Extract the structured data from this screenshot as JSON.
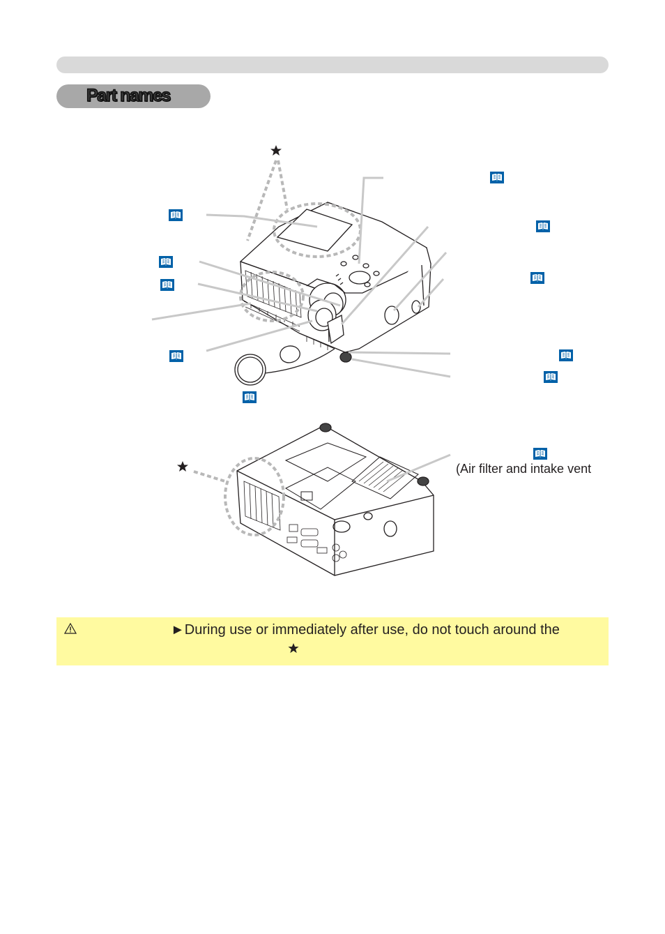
{
  "header": {
    "section_title": "Part names"
  },
  "figure": {
    "callouts_top": [
      {
        "id": "lamp-cover",
        "has_book_icon": true
      },
      {
        "id": "zoom-ring",
        "has_book_icon": true
      },
      {
        "id": "focus-ring",
        "has_book_icon": true
      },
      {
        "id": "exhaust-vent",
        "has_book_icon": false
      },
      {
        "id": "lens",
        "has_book_icon": true
      },
      {
        "id": "lens-cover",
        "has_book_icon": true
      },
      {
        "id": "control-panel",
        "has_book_icon": true
      },
      {
        "id": "remote-sensor",
        "has_book_icon": true
      },
      {
        "id": "speaker",
        "has_book_icon": true
      },
      {
        "id": "elevator-button",
        "has_book_icon": true
      },
      {
        "id": "elevator-feet",
        "has_book_icon": true
      }
    ],
    "callout_bottom": {
      "id": "filter-cover",
      "has_book_icon": true,
      "note": "(Air filter and intake vent"
    }
  },
  "caution": {
    "text": "►During use or immediately after use, do not touch around the"
  },
  "colors": {
    "top_bar": "#d9d9d9",
    "section_pill": "#a8a8a8",
    "caution_background": "#fffaa0",
    "hot_zone_dash": "#b8b8b8",
    "leader_line": "#c8c8c8",
    "book_icon": "#0061a8"
  },
  "icons": [
    "book-icon",
    "star-icon",
    "warning-triangle-icon"
  ]
}
